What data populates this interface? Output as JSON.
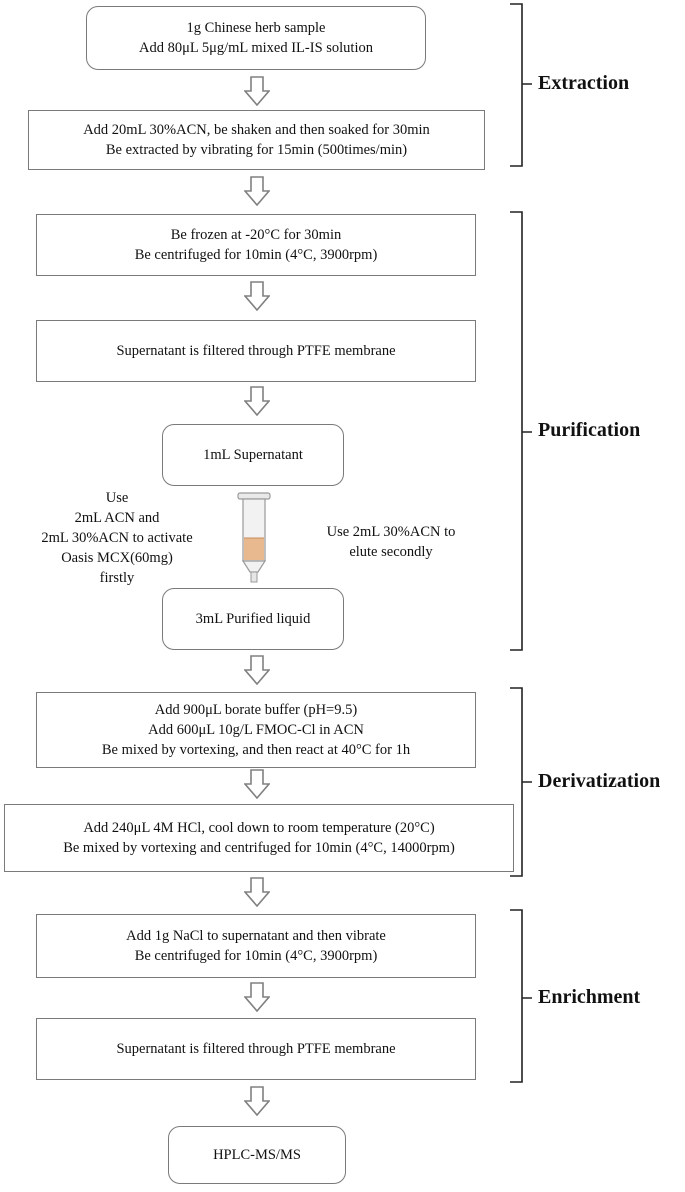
{
  "steps": {
    "s1": [
      "1g Chinese herb sample",
      "Add 80μL 5μg/mL mixed IL-IS solution"
    ],
    "s2": [
      "Add 20mL 30%ACN, be shaken and then soaked for 30min",
      "Be extracted by vibrating for 15min (500times/min)"
    ],
    "s3": [
      "Be frozen at -20°C for 30min",
      "Be centrifuged for 10min (4°C, 3900rpm)"
    ],
    "s4": [
      "Supernatant is filtered through PTFE membrane"
    ],
    "s5": [
      "1mL Supernatant"
    ],
    "s6": [
      "3mL Purified liquid"
    ],
    "s7": [
      "Add 900μL borate buffer (pH=9.5)",
      "Add 600μL 10g/L FMOC-Cl in ACN",
      "Be mixed by vortexing, and then react at 40°C for 1h"
    ],
    "s8": [
      "Add 240μL 4M HCl, cool down to room temperature (20°C)",
      "Be mixed by vortexing and centrifuged for 10min (4°C, 14000rpm)"
    ],
    "s9": [
      "Add 1g NaCl to supernatant and then vibrate",
      "Be centrifuged for 10min (4°C, 3900rpm)"
    ],
    "s10": [
      "Supernatant is filtered through PTFE membrane"
    ],
    "s11": [
      "HPLC-MS/MS"
    ]
  },
  "notes": {
    "left": [
      "Use",
      "2mL ACN and",
      "2mL 30%ACN to activate",
      "Oasis MCX(60mg)",
      "firstly"
    ],
    "right": [
      "Use 2mL 30%ACN to",
      "elute secondly"
    ]
  },
  "sections": {
    "extraction": "Extraction",
    "purification": "Purification",
    "derivatization": "Derivatization",
    "enrichment": "Enrichment"
  },
  "colors": {
    "box_border": "#7a7a7a",
    "arrow": "#808080",
    "bracket": "#222222",
    "cartridge_liquid": "#e8b98e"
  }
}
